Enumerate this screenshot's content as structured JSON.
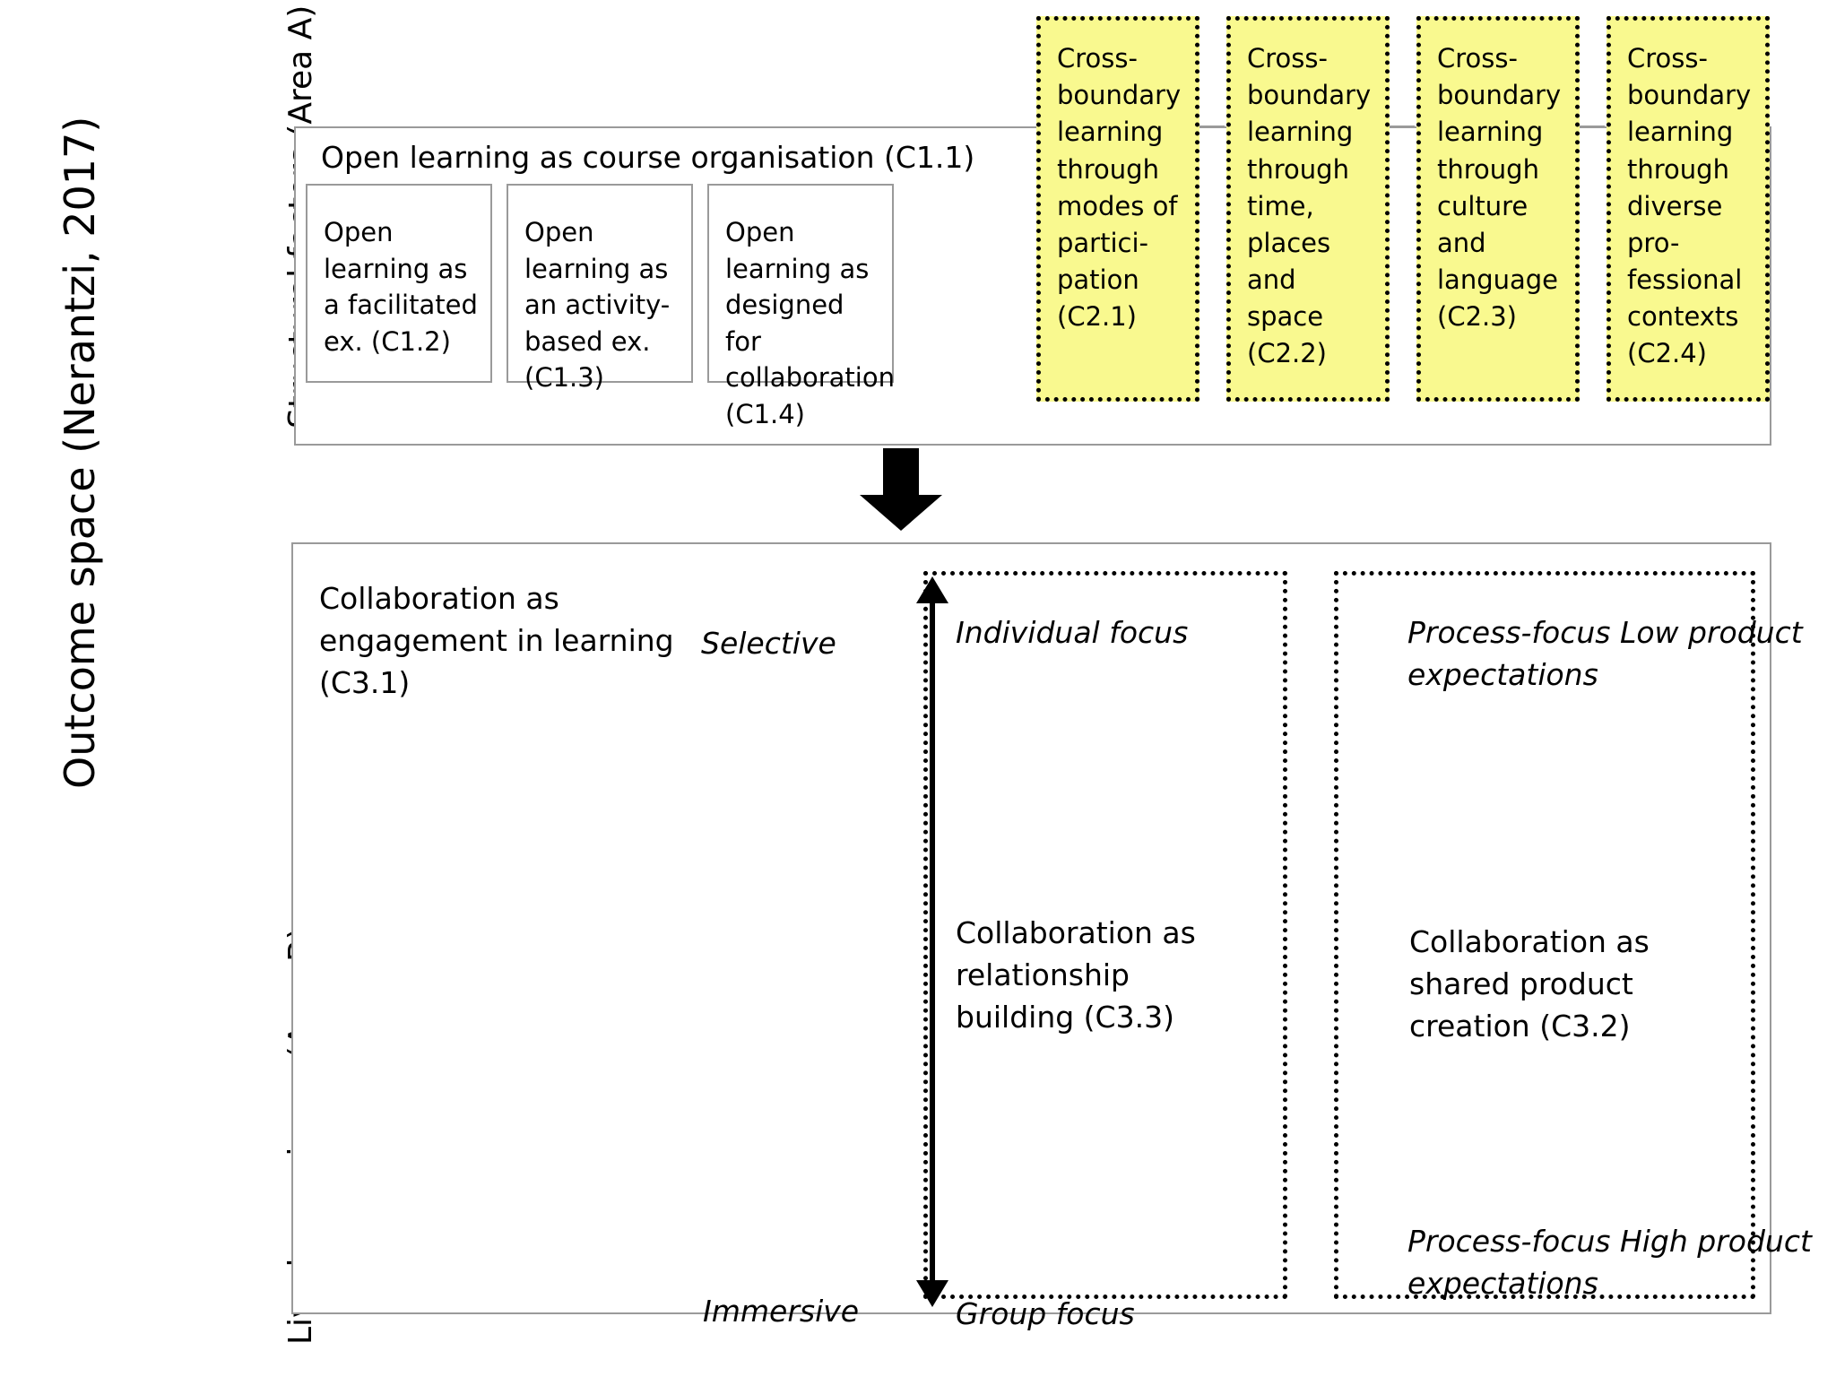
{
  "figure": {
    "outer_label": "Outcome space (Nerantzi, 2017)"
  },
  "area_a": {
    "label": "Structural factors (Area A)",
    "c1_1_title": "Open learning as course organisation (C1.1)",
    "c1_sub_boxes": [
      {
        "id": "C1.2",
        "text": "Open learning as a facilitated ex. (C1.2)"
      },
      {
        "id": "C1.3",
        "text": "Open learning as an activity-based ex. (C1.3)"
      },
      {
        "id": "C1.4",
        "text": "Open learning as designed for collaboration (C1.4)"
      }
    ],
    "cross_boundary_boxes": [
      {
        "id": "C2.1",
        "text": "Cross-boundary learning through modes of partici-pation (C2.1)"
      },
      {
        "id": "C2.2",
        "text": "Cross-boundary learning through time, places and space (C2.2)"
      },
      {
        "id": "C2.3",
        "text": "Cross-boundary learning through culture and language (C2.3)"
      },
      {
        "id": "C2.4",
        "text": "Cross-boundary learning through diverse pro-fessional contexts (C2.4)"
      }
    ],
    "highlight_color": "#F9F98F",
    "border_color": "#9a9a9a"
  },
  "flow": {
    "arrow_direction": "down"
  },
  "area_b": {
    "label": "Lived experience (Area B)",
    "c3_1_text": "Collaboration as engagement in learning (C3.1)",
    "axis": {
      "top_label": "Selective",
      "bottom_label": "Immersive"
    },
    "columns": [
      {
        "id": "C3.3",
        "top_note": "Individual focus",
        "body": "Collaboration as relationship building (C3.3)",
        "bottom_note": "Group focus"
      },
      {
        "id": "C3.2",
        "top_note": "Process-focus Low product expectations",
        "body": "Collaboration as shared product creation (C3.2)",
        "bottom_note": "Process-focus High product expectations"
      }
    ]
  }
}
